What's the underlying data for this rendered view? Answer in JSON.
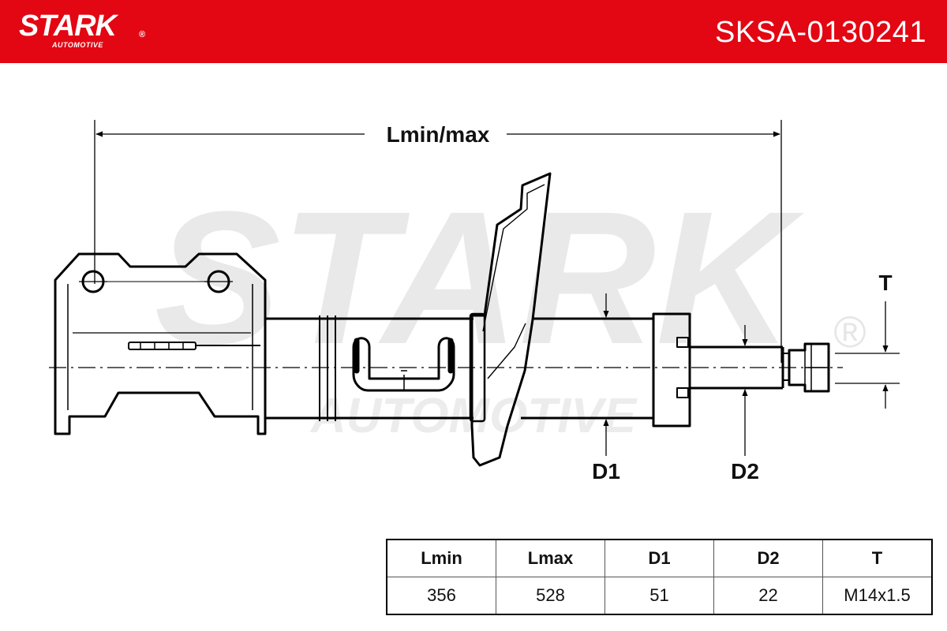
{
  "header": {
    "brand": "STARK",
    "brand_sub": "AUTOMOTIVE",
    "registered_mark": "®",
    "part_number": "SKSA-0130241",
    "background_color": "#e30613"
  },
  "watermark": {
    "brand": "STARK",
    "brand_sub": "AUTOMOTIVE",
    "registered_mark": "®"
  },
  "drawing": {
    "subject": "shock-absorber-strut",
    "dimension_labels": {
      "length": "Lmin/max",
      "d1": "D1",
      "d2": "D2",
      "thread": "T"
    }
  },
  "spec_table": {
    "headers": [
      "Lmin",
      "Lmax",
      "D1",
      "D2",
      "T"
    ],
    "values": [
      "356",
      "528",
      "51",
      "22",
      "M14x1.5"
    ]
  }
}
